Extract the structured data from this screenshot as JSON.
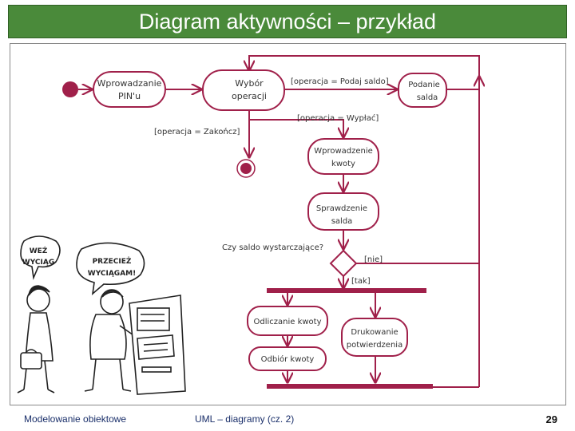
{
  "title": "Diagram aktywności – przykład",
  "nodes": {
    "pin": [
      "Wprowadzanie",
      "PIN'u"
    ],
    "wybor": [
      "Wybór",
      "operacji"
    ],
    "podanie": [
      "Podanie",
      "salda"
    ],
    "wprow_kwoty": [
      "Wprowadzenie",
      "kwoty"
    ],
    "sprawdzenie": [
      "Sprawdzenie",
      "salda"
    ],
    "odliczanie": [
      "Odliczanie kwoty"
    ],
    "drukowanie": [
      "Drukowanie",
      "potwierdzenia"
    ],
    "odbior": [
      "Odbiór kwoty"
    ]
  },
  "guards": {
    "podaj_saldo": "[operacja = Podaj saldo]",
    "wyplac": "[operacja = Wypłać]",
    "zakoncz": "[operacja = Zakończ]",
    "czy_saldo": "Czy saldo wystarczające?",
    "nie": "[nie]",
    "tak": "[tak]"
  },
  "cartoon": {
    "bubble_left": [
      "WEŹ",
      "WYCIĄG"
    ],
    "bubble_right": [
      "PRZECIEŻ",
      "WYCIĄGAM!"
    ]
  },
  "footer": {
    "left": "Modelowanie obiektowe",
    "center": "UML – diagramy (cz. 2)",
    "page": "29"
  },
  "colors": {
    "flow": "#a0204a",
    "node_fill": "#a0204a",
    "title_bg": "#4a8a3a",
    "footer_text": "#1a2f6a"
  }
}
